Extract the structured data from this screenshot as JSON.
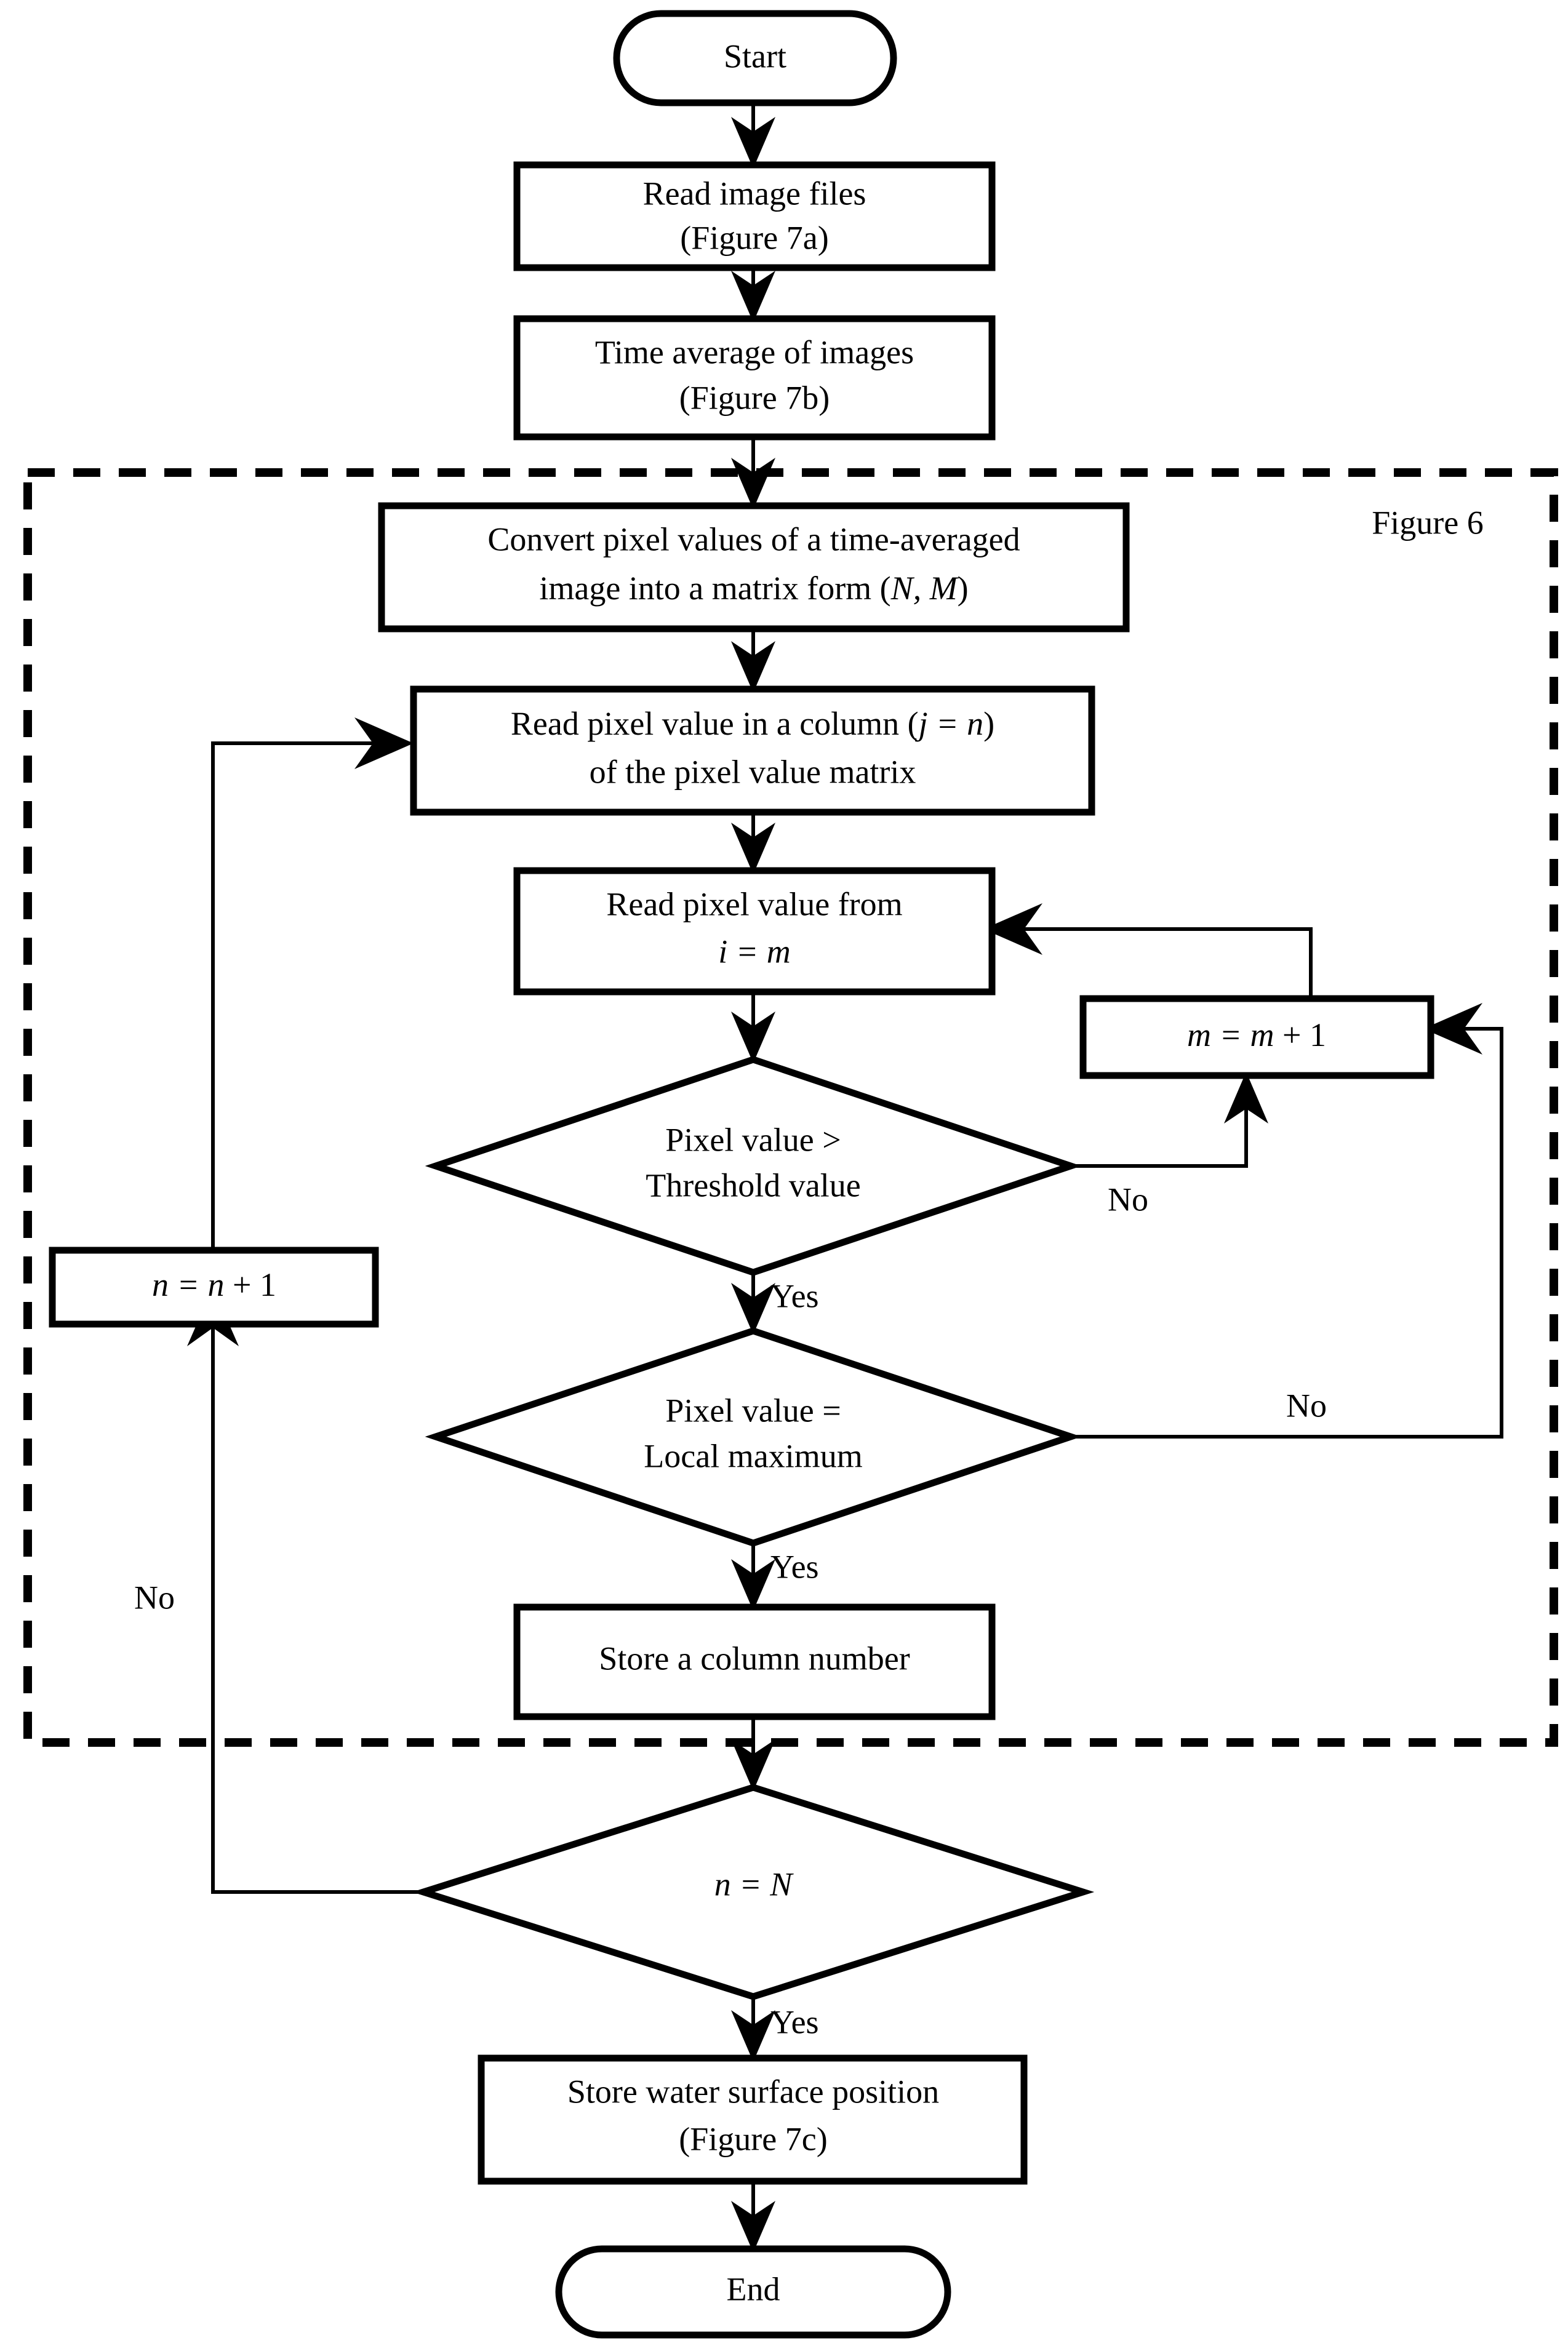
{
  "diagram": {
    "title_label": "Figure 6",
    "nodes": {
      "start": {
        "label": "Start",
        "shape": "terminator"
      },
      "read_image_files": {
        "line1": "Read image files",
        "line2": "(Figure 7a)",
        "shape": "process"
      },
      "time_average": {
        "line1": "Time average of images",
        "line2": "(Figure 7b)",
        "shape": "process"
      },
      "convert_pixel": {
        "line1": "Convert pixel values of a time-averaged",
        "line2_a": "image into a matrix form (",
        "line2_italic": "N, M",
        "line2_b": ")",
        "shape": "process"
      },
      "read_column": {
        "line1_a": "Read pixel value in a column (",
        "line1_italic": "j = n",
        "line1_b": ")",
        "line2": "of the pixel value matrix",
        "shape": "process"
      },
      "read_row": {
        "line1": "Read pixel value from",
        "line2_italic": "i = m",
        "shape": "process"
      },
      "m_increment": {
        "label_italic": "m = m",
        "label_plain": " + 1",
        "shape": "process"
      },
      "n_increment": {
        "label_italic": "n = n",
        "label_plain": " + 1",
        "shape": "process"
      },
      "threshold_test": {
        "line1": "Pixel value >",
        "line2": "Threshold value",
        "shape": "decision"
      },
      "localmax_test": {
        "line1": "Pixel value =",
        "line2": "Local maximum",
        "shape": "decision"
      },
      "store_column": {
        "label": "Store a column number",
        "shape": "process"
      },
      "n_equals_N": {
        "label_italic": "n = N",
        "shape": "decision"
      },
      "store_surface": {
        "line1": "Store water surface position",
        "line2": "(Figure 7c)",
        "shape": "process"
      },
      "end": {
        "label": "End",
        "shape": "terminator"
      }
    },
    "edge_labels": {
      "threshold_no": "No",
      "threshold_yes": "Yes",
      "localmax_no": "No",
      "localmax_yes": "Yes",
      "nN_no": "No",
      "nN_yes": "Yes"
    },
    "colors": {
      "stroke": "#000000",
      "fill": "#ffffff",
      "background": "#ffffff"
    }
  }
}
